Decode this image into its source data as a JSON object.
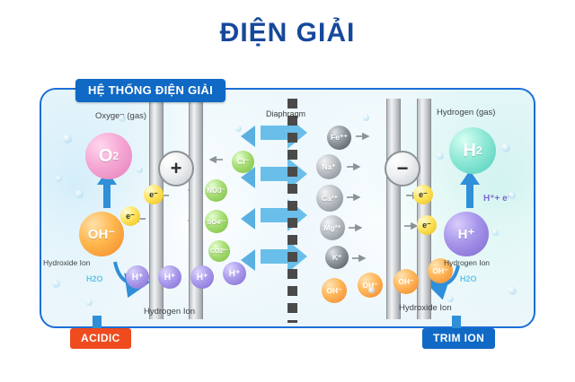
{
  "title": "ĐIỆN GIẢI",
  "banner": "HỆ THỐNG ĐIỆN GIẢI",
  "labels": {
    "oxygen_gas": "Oxygen (gas)",
    "hydrogen_gas": "Hydrogen (gas)",
    "diaphragm": "Diaphragm",
    "hydroxide_ion_left": "Hydroxide Ion",
    "hydrogen_ion_right": "Hydrogen Ion",
    "hydrogen_ion_bottom": "Hydrogen Ion",
    "hydroxide_ion_bottom": "Hydroxide Ion",
    "water_left": "H2O",
    "water_right": "H2O"
  },
  "electrodes": {
    "anode_symbol": "+",
    "cathode_symbol": "−"
  },
  "molecules": {
    "oxygen": {
      "formula": "O",
      "subscript": "2"
    },
    "hydrogen": {
      "formula": "H",
      "subscript": "2"
    },
    "hydroxide": "OH⁻",
    "proton": "H⁺"
  },
  "electrons": [
    {
      "label": "e⁻"
    },
    {
      "label": "e⁻"
    },
    {
      "label": "e⁻"
    },
    {
      "label": "e⁻"
    }
  ],
  "reaction_right": "H⁺+ e⁻",
  "anions": [
    {
      "name": "chloride",
      "label": "Cl⁻",
      "color": "#8fd159"
    },
    {
      "name": "nitrate",
      "label": "NO3⁻",
      "color": "#9fd96f"
    },
    {
      "name": "sulfate",
      "label": "SO4²⁻",
      "color": "#8ecf5a"
    },
    {
      "name": "carbonate",
      "label": "CO2²⁻",
      "color": "#a7d97a"
    }
  ],
  "cations": [
    {
      "name": "iron",
      "label": "Fe⁺⁺",
      "color": "#6f777d"
    },
    {
      "name": "sodium",
      "label": "Na⁺",
      "color": "#8b9298"
    },
    {
      "name": "calcium",
      "label": "Ca²⁺",
      "color": "#7d858b"
    },
    {
      "name": "magnesium",
      "label": "Mg²⁺",
      "color": "#878f95"
    },
    {
      "name": "potassium",
      "label": "K⁺",
      "color": "#4e565b"
    }
  ],
  "hydrogen_ions": [
    "H⁺",
    "H⁺",
    "H⁺",
    "H⁺"
  ],
  "hydroxide_ions": [
    "OH⁻",
    "OH⁻",
    "OH⁻",
    "OH⁻"
  ],
  "bottom_pills": {
    "acidic": "ACIDIC",
    "trim_ion": "TRIM ION"
  },
  "colors": {
    "title_blue": "#16489c",
    "banner_blue": "#1069c4",
    "frame_blue": "#1b6fd6",
    "acidic_red": "#ef4b1f",
    "oxygen_pink": "#e77dbb",
    "hydrogen_teal": "#4fcfba",
    "hydroxide_orange": "#f0872a",
    "proton_purple": "#7e68cf",
    "electron_yellow": "#ffe35c",
    "flow_arrow_blue": "#5fb9e8"
  }
}
